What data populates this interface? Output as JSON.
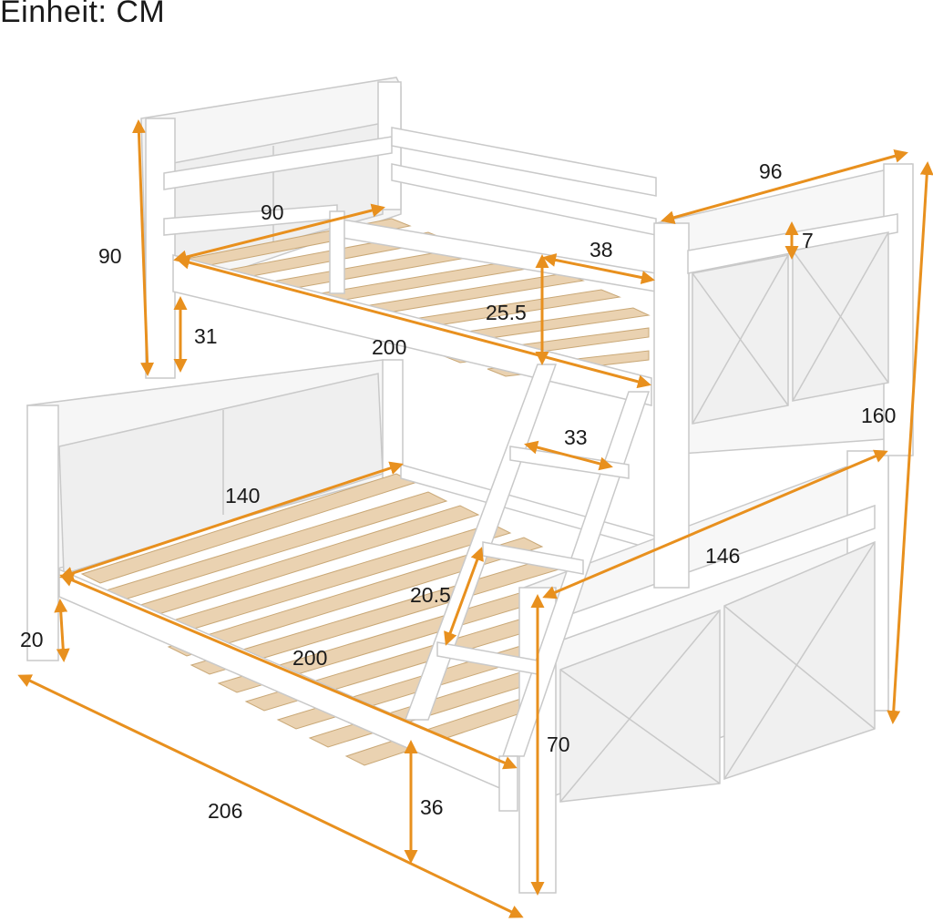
{
  "unit_label": "Einheit: CM",
  "accent_color": "#e8901e",
  "wood_color": "#ead2b1",
  "frame_color": "#ffffff",
  "dimensions": {
    "upper_bed_width": "90",
    "upper_post_height": "90",
    "upper_bed_length": "200",
    "upper_clearance_top": "31",
    "guard_opening": "38",
    "guard_height": "25.5",
    "headboard_depth": "96",
    "top_rail": "7",
    "total_height": "160",
    "ladder_step_width": "33",
    "lower_bed_width": "140",
    "lower_frame_width": "146",
    "ladder_step_spacing": "20.5",
    "lower_bed_length": "200",
    "leg_height": "20",
    "lower_bed_height": "70",
    "floor_to_rail": "36",
    "total_length": "206"
  }
}
